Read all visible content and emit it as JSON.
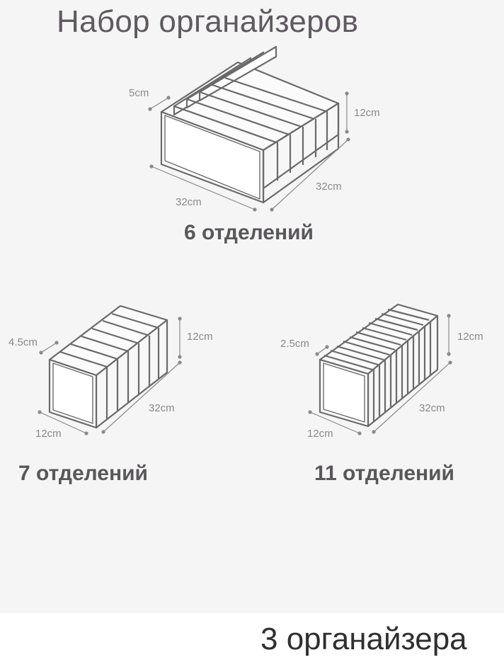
{
  "title": "Набор органайзеров",
  "footer": "3 органайзера",
  "organizers": [
    {
      "caption": "6 отделений",
      "compartments": 6,
      "depth_label": "5cm",
      "height_label": "12cm",
      "width_label": "32cm",
      "length_label": "32cm"
    },
    {
      "caption": "7 отделений",
      "compartments": 7,
      "depth_label": "4.5cm",
      "height_label": "12cm",
      "width_label": "12cm",
      "length_label": "32cm"
    },
    {
      "caption": "11 отделений",
      "compartments": 11,
      "depth_label": "2.5cm",
      "height_label": "12cm",
      "width_label": "12cm",
      "length_label": "32cm"
    }
  ],
  "colors": {
    "outline": "#6a6a6a",
    "inner": "#ffffff",
    "dimension": "#8a8a8a"
  }
}
